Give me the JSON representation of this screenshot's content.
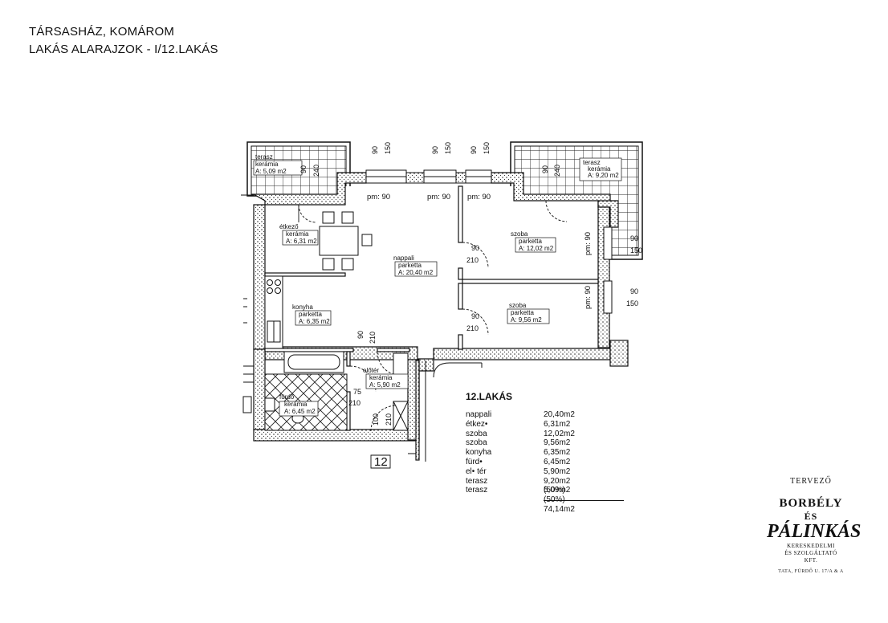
{
  "header": {
    "line1": "TÁRSASHÁZ, KOMÁROM",
    "line2": "LAKÁS ALARAJZOK - I/12.LAKÁS"
  },
  "plan": {
    "rooms": {
      "terasz_left": {
        "name": "terasz",
        "floor": "kerámia",
        "area": "A: 5,09 m2"
      },
      "terasz_right": {
        "name": "terasz",
        "floor": "kerámia",
        "area": "A: 9,20 m2"
      },
      "etkezo": {
        "name": "étkező",
        "floor": "kerámia",
        "area": "A: 6,31 m2"
      },
      "nappali": {
        "name": "nappali",
        "floor": "parketta",
        "area": "A: 20,40 m2"
      },
      "szoba1": {
        "name": "szoba",
        "floor": "parketta",
        "area": "A: 12,02 m2"
      },
      "szoba2": {
        "name": "szoba",
        "floor": "parketta",
        "area": "A: 9,56 m2"
      },
      "konyha": {
        "name": "konyha",
        "floor": "parketta",
        "area": "A: 6,35 m2"
      },
      "eloter": {
        "name": "előtér",
        "floor": "kerámia",
        "area": "A: 5,90 m2"
      },
      "furdo": {
        "name": "fürdő",
        "floor": "kerámia",
        "area": "A: 6,45 m2"
      }
    },
    "labels": {
      "pm1": "pm: 90",
      "pm2": "pm: 90",
      "pm3": "pm: 90",
      "pm4": "pm: 90",
      "pm5": "pm: 90",
      "d90": "90",
      "d150": "150",
      "d240": "240",
      "d210": "210",
      "d75": "75",
      "d100": "100",
      "apt": "12"
    }
  },
  "summary": {
    "title": "12.LAKÁS",
    "rows": [
      {
        "name": "nappali",
        "value": "20,40m2"
      },
      {
        "name": "étkez•",
        "value": "6,31m2"
      },
      {
        "name": "szoba",
        "value": "12,02m2"
      },
      {
        "name": "szoba",
        "value": "9,56m2"
      },
      {
        "name": "konyha",
        "value": "6,35m2"
      },
      {
        "name": "fürd•",
        "value": "6,45m2"
      },
      {
        "name": "el• tér",
        "value": "5,90m2"
      },
      {
        "name": "terasz",
        "value": "9,20m2 (50%)"
      },
      {
        "name": "terasz",
        "value": "5,09m2 (50%)"
      }
    ],
    "total": "74,14m2"
  },
  "designer": {
    "label": "TERVEZŐ",
    "name1": "BORBÉLY",
    "name2": "ÉS",
    "name3": "PÁLINKÁS",
    "sub1": "KERESKEDELMI",
    "sub2": "ÉS SZOLGÁLTATÓ",
    "sub3": "KFT.",
    "address": "TATA, FÜRDŐ U. 17/A & A"
  }
}
